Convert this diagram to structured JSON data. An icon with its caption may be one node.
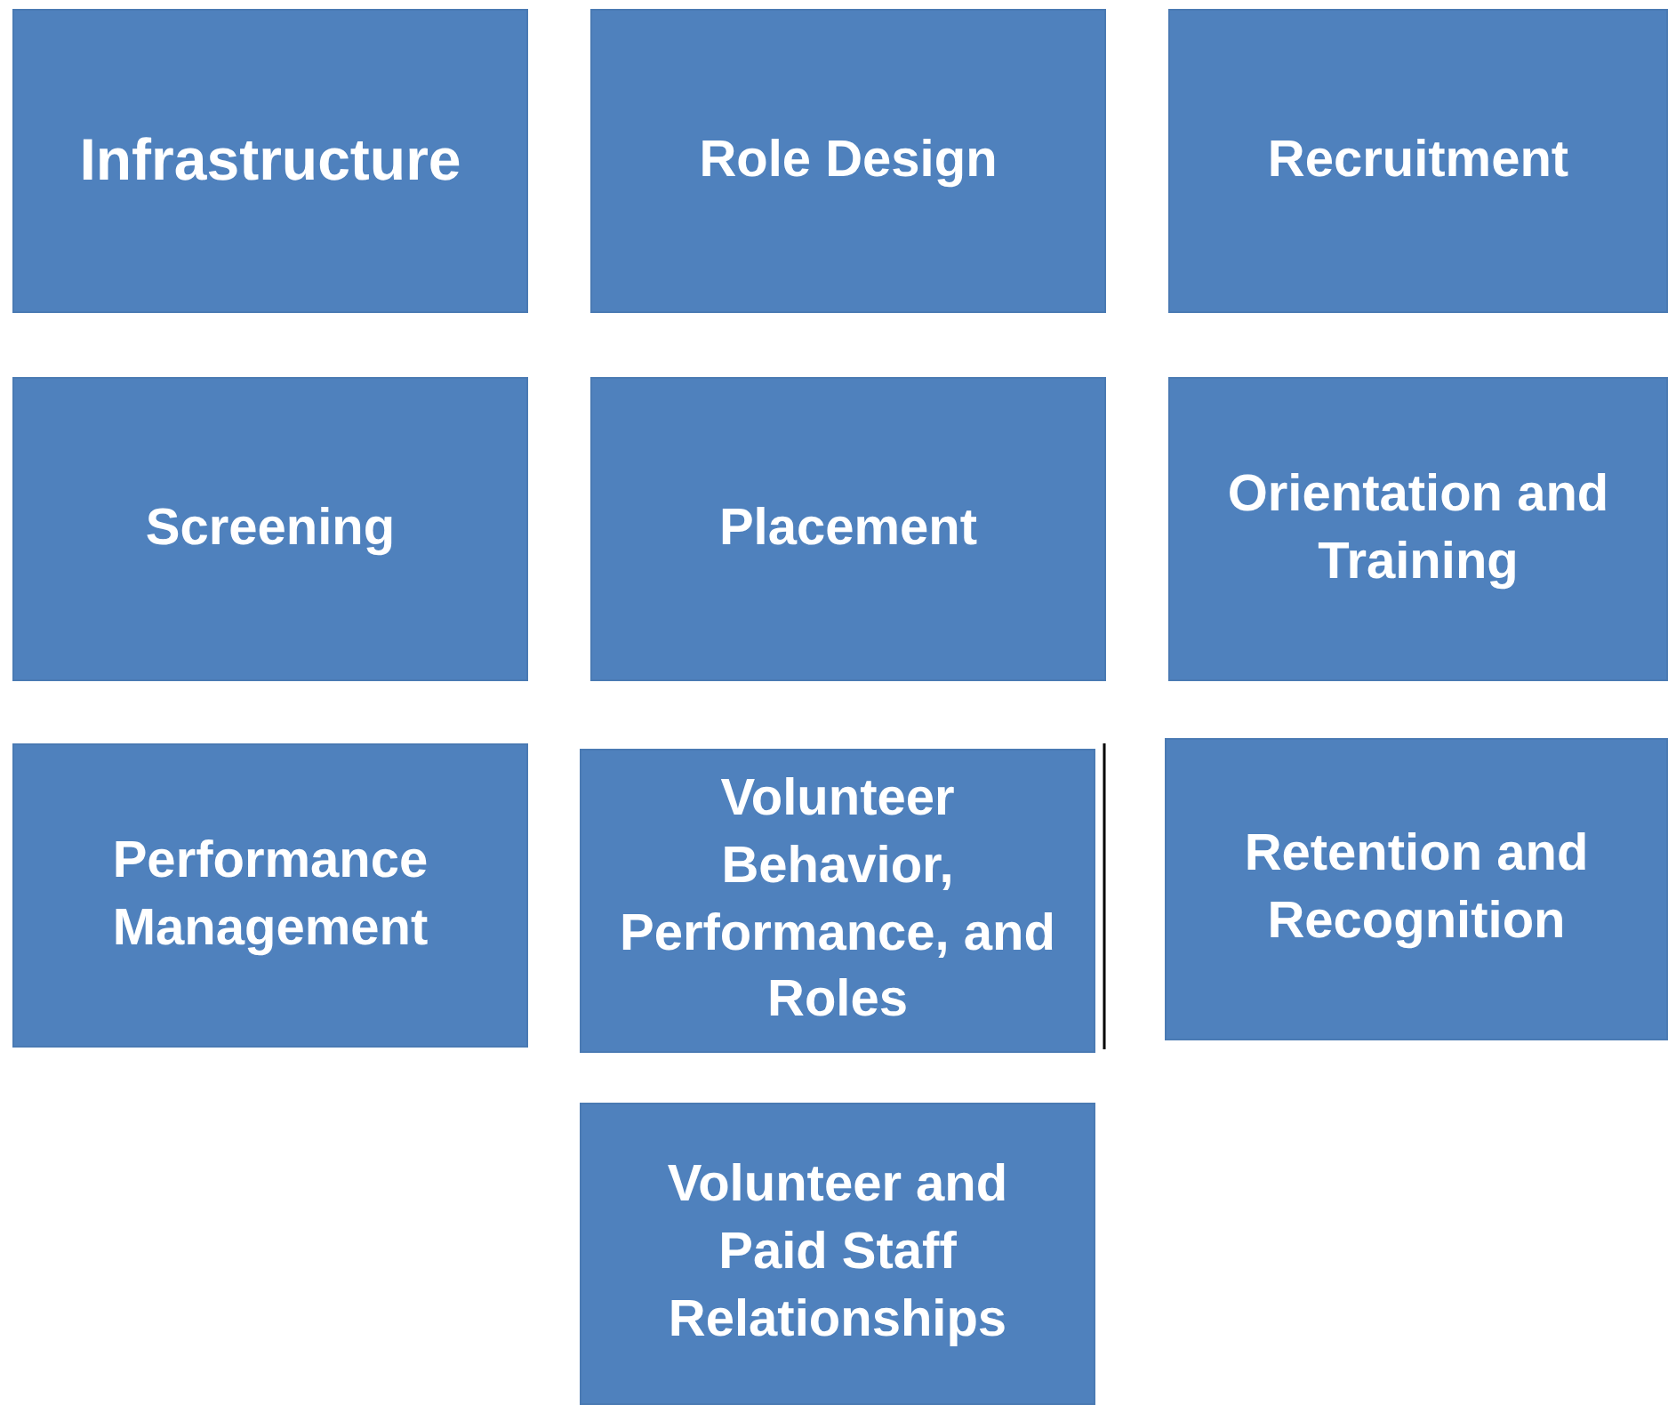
{
  "diagram": {
    "nodes": [
      {
        "text": [
          "Infrastructure"
        ]
      },
      {
        "text": [
          "Role Design"
        ]
      },
      {
        "text": [
          "Recruitment"
        ]
      },
      {
        "text": [
          "Screening"
        ]
      },
      {
        "text": [
          "Placement"
        ]
      },
      {
        "text": [
          "Orientation and Training"
        ]
      },
      {
        "text": [
          "Performance Management"
        ]
      },
      {
        "text": [
          "Volunteer Behavior, Performance, and Roles"
        ]
      },
      {
        "text": [
          "Retention and Recognition"
        ]
      },
      {
        "text": [
          "Volunteer and Paid Staff Relationships"
        ]
      }
    ]
  }
}
